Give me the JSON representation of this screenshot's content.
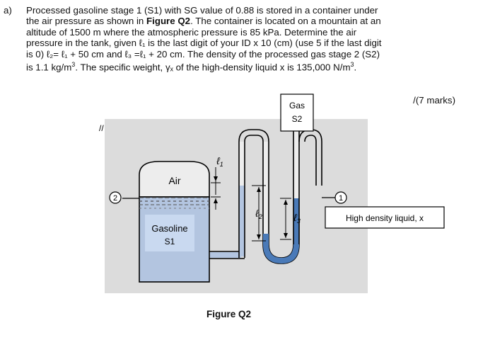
{
  "question": {
    "label": "a)",
    "line1": "Processed gasoline stage 1 (S1) with SG value of 0.88 is stored in a container under",
    "line2_a": "the air pressure as shown in ",
    "line2_bold": "Figure Q2",
    "line2_b": ".  The container is located on a mountain at an",
    "line3": "altitude of 1500 m where the atmospheric pressure is 85 kPa. Determine the air",
    "line4_a": "pressure in the tank, given ",
    "line4_b": " is the last digit of your ID x 10 (cm) (use 5 if the last digit",
    "line5_a": "is 0) ",
    "line5_b": "= ",
    "line5_c": " + 50 cm and ",
    "line5_d": " =",
    "line5_e": " + 20 cm.  The density of the processed gas stage 2 (S2)",
    "line6_a": "is 1.1 kg/m",
    "line6_b": ". The specific weight, ",
    "line6_c": " of the high-density liquid x is 135,000 N/m",
    "line6_d": ".",
    "sym_l1": "ℓ₁",
    "sym_l2": "ℓ₂",
    "sym_l3": "ℓ₃",
    "sym_gamma": "γₓ",
    "sup3": "3",
    "marks": "/(7 marks)"
  },
  "figure": {
    "slash_mark": "//",
    "air_label": "Air",
    "gasoline_label_1": "Gasoline",
    "gasoline_label_2": "S1",
    "gas_label_1": "Gas",
    "gas_label_2": "S2",
    "point1_label": "1",
    "point2_label": "2",
    "l1_label": "ℓ",
    "l1_sub": "1",
    "l2_label": "ℓ",
    "l2_sub": "2",
    "l3_label": "ℓ",
    "l3_sub": "3",
    "liquid_label": "High density liquid, x",
    "caption": "Figure Q2",
    "colors": {
      "background_panel": "#dcdcdc",
      "gasoline": "#b3c5e0",
      "gasoline_label_bg": "#c9d9f0",
      "liquid_x": "#4a7ab8",
      "air_tank": "#ededed",
      "outline": "#000000"
    }
  }
}
